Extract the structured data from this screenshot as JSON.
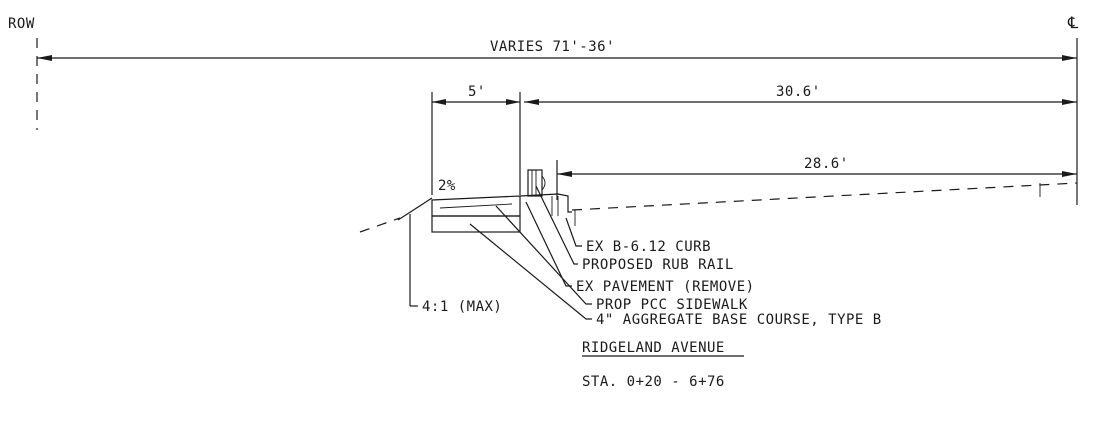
{
  "labels": {
    "row": "ROW",
    "centerline": "℄",
    "overall_dimension": "VARIES 71'-36'",
    "sidewalk_width": "5'",
    "curb_to_cl": "30.6'",
    "rail_to_cl": "28.6'",
    "slope_top": "2%",
    "side_slope": "4:1 (MAX)"
  },
  "callouts": [
    "EX B-6.12 CURB",
    "PROPOSED RUB RAIL",
    "EX PAVEMENT (REMOVE)",
    "PROP PCC SIDEWALK",
    "4\" AGGREGATE BASE COURSE, TYPE B"
  ],
  "title": {
    "name": "RIDGELAND AVENUE",
    "station": "STA. 0+20 - 6+76"
  }
}
